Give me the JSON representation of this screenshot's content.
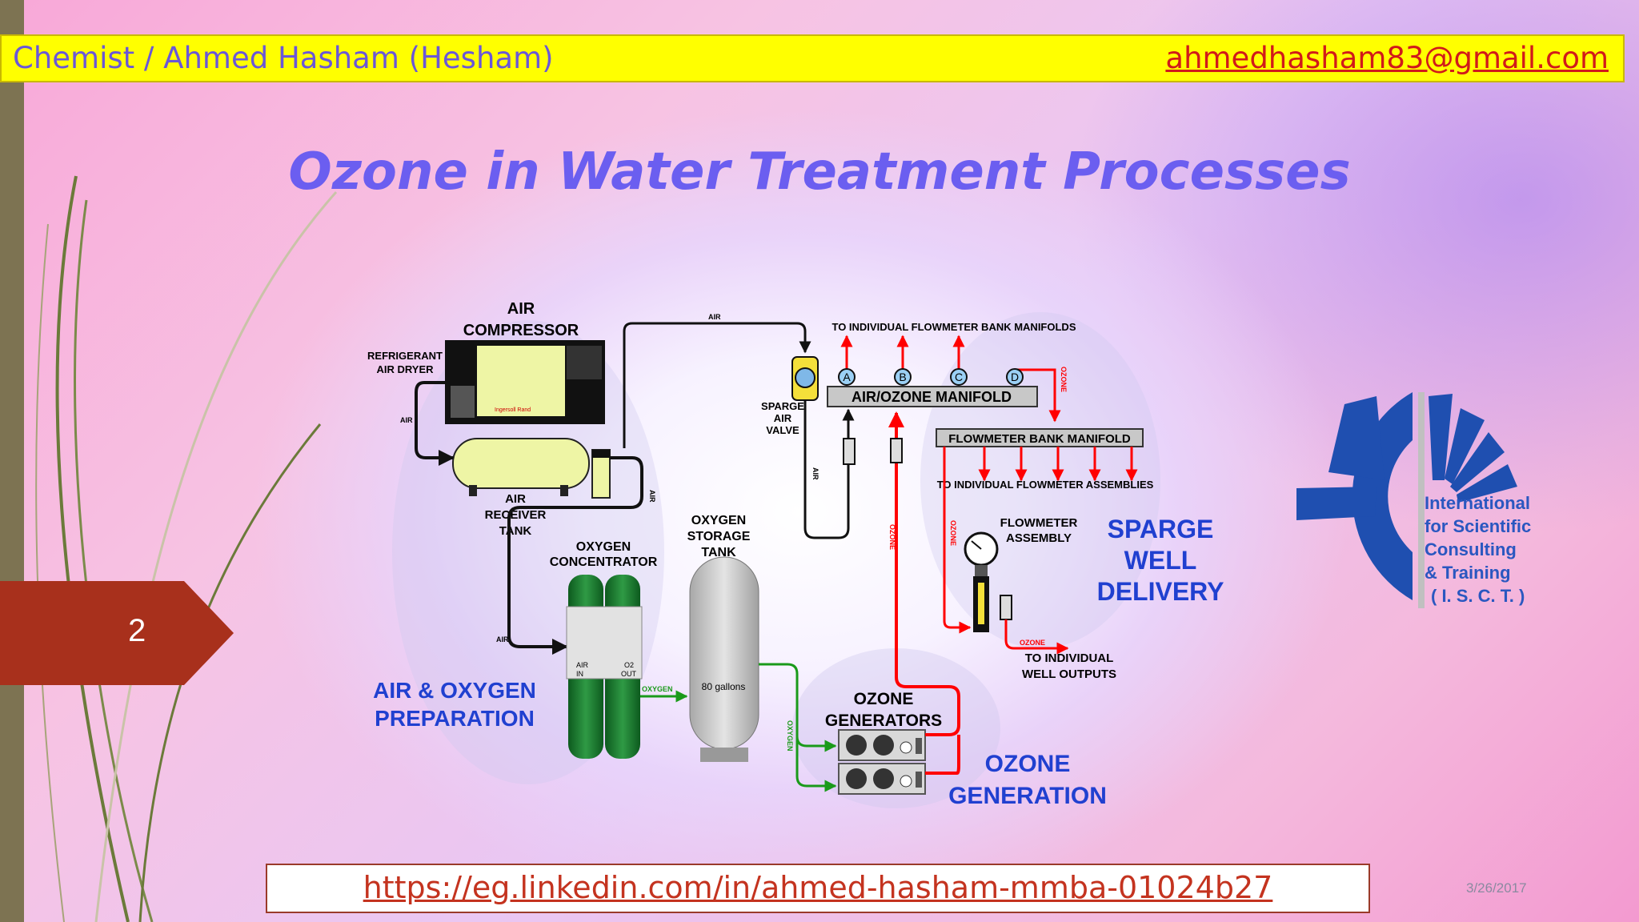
{
  "header": {
    "author": "Chemist / Ahmed Hasham (Hesham)",
    "email": "ahmedhasham83@gmail.com"
  },
  "slide": {
    "title": "Ozone in Water Treatment Processes",
    "page_number": "2",
    "date": "3/26/2017",
    "link": "https://eg.linkedin.com/in/ahmed-hasham-mmba-01024b27"
  },
  "colors": {
    "header_bg": "#ffff00",
    "title": "#6b5ef0",
    "page_tag": "#a8301c",
    "ozone_line": "#ff0000",
    "oxygen_line": "#1a9a1a",
    "section_labels": "#2040d0"
  },
  "diagram": {
    "compressor": {
      "l1": "AIR",
      "l2": "COMPRESSOR",
      "brand": "Ingersoll Rand"
    },
    "dryer": {
      "l1": "REFRIGERANT",
      "l2": "AIR DRYER"
    },
    "receiver": {
      "l1": "AIR",
      "l2": "RECEIVER",
      "l3": "TANK"
    },
    "oxygen_concentrator": {
      "l1": "OXYGEN",
      "l2": "CONCENTRATOR",
      "air_in_1": "AIR",
      "air_in_2": "IN",
      "o2_out_1": "O2",
      "o2_out_2": "OUT"
    },
    "storage": {
      "l1": "OXYGEN",
      "l2": "STORAGE",
      "l3": "TANK",
      "capacity": "80 gallons"
    },
    "ozone_generators": {
      "l1": "OZONE",
      "l2": "GENERATORS"
    },
    "sparge_valve": {
      "l1": "SPARGE",
      "l2": "AIR",
      "l3": "VALVE"
    },
    "manifold": "AIR/OZONE MANIFOLD",
    "flowmeter_bank": "FLOWMETER BANK MANIFOLD",
    "flowmeter_assembly": {
      "l1": "FLOWMETER",
      "l2": "ASSEMBLY"
    },
    "to_manifolds": "TO INDIVIDUAL FLOWMETER BANK MANIFOLDS",
    "to_assemblies": "TO INDIVIDUAL FLOWMETER ASSEMBLIES",
    "to_wells": {
      "l1": "TO INDIVIDUAL",
      "l2": "WELL OUTPUTS"
    },
    "ports": [
      "A",
      "B",
      "C",
      "D"
    ],
    "line_air": "AIR",
    "line_oxygen": "OXYGEN",
    "line_ozone": "OZONE",
    "sections": {
      "prep_1": "AIR & OXYGEN",
      "prep_2": "PREPARATION",
      "gen_1": "OZONE",
      "gen_2": "GENERATION",
      "sparge_1": "SPARGE",
      "sparge_2": "WELL",
      "sparge_3": "DELIVERY"
    }
  },
  "logo": {
    "l1": "International",
    "l2": "for Scientific",
    "l3": "Consulting",
    "l4": "&  Training",
    "l5": "( I. S. C. T. )"
  }
}
